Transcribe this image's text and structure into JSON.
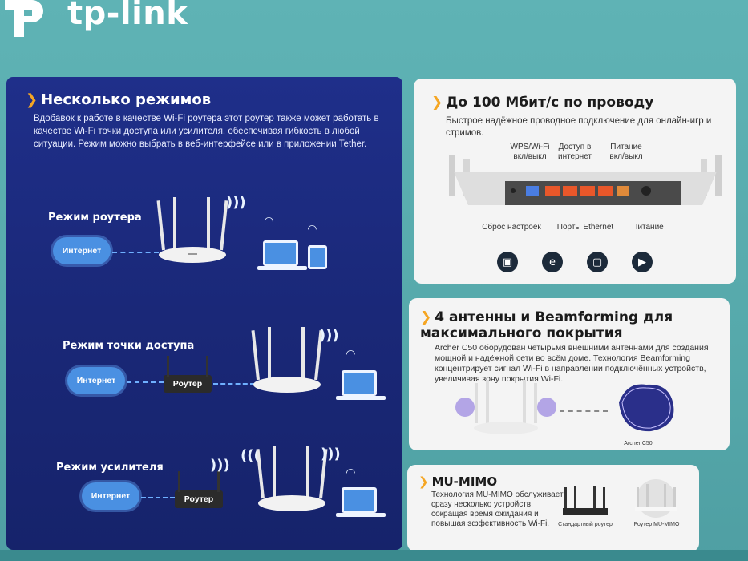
{
  "brand": {
    "name": "tp-link"
  },
  "modes": {
    "title": "Несколько режимов",
    "description": "Вдобавок к работе в качестве Wi-Fi роутера этот роутер также может работать в качестве Wi-Fi точки доступа или усилителя, обеспечивая гибкость в любой ситуации. Режим можно выбрать в веб-интерфейсе или в приложении Tether.",
    "router_mode": {
      "label": "Режим роутера",
      "internet": "Интернет"
    },
    "ap_mode": {
      "label": "Режим точки доступа",
      "internet": "Интернет",
      "router": "Роутер"
    },
    "extender_mode": {
      "label": "Режим усилителя",
      "internet": "Интернет",
      "router": "Роутер"
    }
  },
  "wired": {
    "title": "До 100 Мбит/с по проводу",
    "description": "Быстрое надёжное проводное подключение для онлайн-игр и стримов.",
    "labels": {
      "wps": "WPS/Wi-Fi вкл/выкл",
      "internet_access": "Доступ в интернет",
      "power_switch": "Питание вкл/выкл",
      "reset": "Сброс настроек",
      "ethernet": "Порты Ethernet",
      "power": "Питание"
    }
  },
  "antennas": {
    "title": "4 антенны и Beamforming для максимального покрытия",
    "description": "Archer C50 оборудован четырьмя внешними антеннами для создания мощной и надёжной сети во всём доме. Технология Beamforming концентрирует сигнал Wi-Fi в направлении подключённых устройств, увеличивая зону покрытия Wi-Fi.",
    "caption": "Archer C50"
  },
  "mumimo": {
    "title": "MU-MIMO",
    "description": "Технология MU-MIMO обслуживает сразу несколько устройств, сокращая время ожидания и повышая эффективность Wi-Fi.",
    "standard": "Стандартный роутер",
    "mumimo_router": "Роутер MU-MIMO"
  }
}
